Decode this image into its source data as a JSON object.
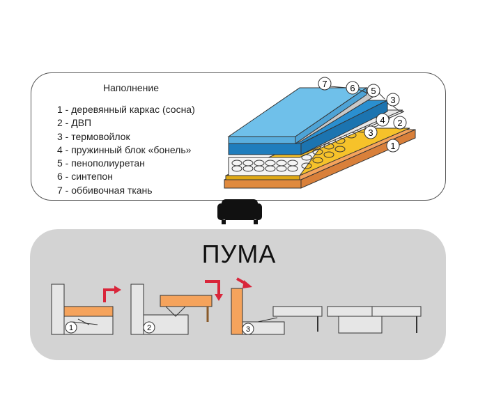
{
  "legend": {
    "title": "Наполнение",
    "items": [
      "1 - деревянный каркас (сосна)",
      "2 - ДВП",
      "3 - термовойлок",
      "4 - пружинный блок «бонель»",
      "5 - пенополиуретан",
      "6 - синтепон",
      "7 - оббивочная ткань"
    ]
  },
  "layer_markers": [
    "7",
    "6",
    "5",
    "3",
    "4",
    "3",
    "2",
    "1"
  ],
  "model": {
    "name": "ПУМА"
  },
  "steps": [
    "1",
    "2",
    "3"
  ],
  "colors": {
    "fabric_blue": "#6fc0ea",
    "foam_blue": "#2a8fd0",
    "padding_gray": "#c8c8c8",
    "fiberboard_yellow": "#f6c22a",
    "frame_orange": "#f5a35c",
    "arrow_red": "#d9263b",
    "panel_gray": "#d3d3d3"
  },
  "icons": [
    "sofa-icon",
    "arrow-right-icon",
    "arrow-down-icon",
    "arrow-diagonal-icon"
  ]
}
